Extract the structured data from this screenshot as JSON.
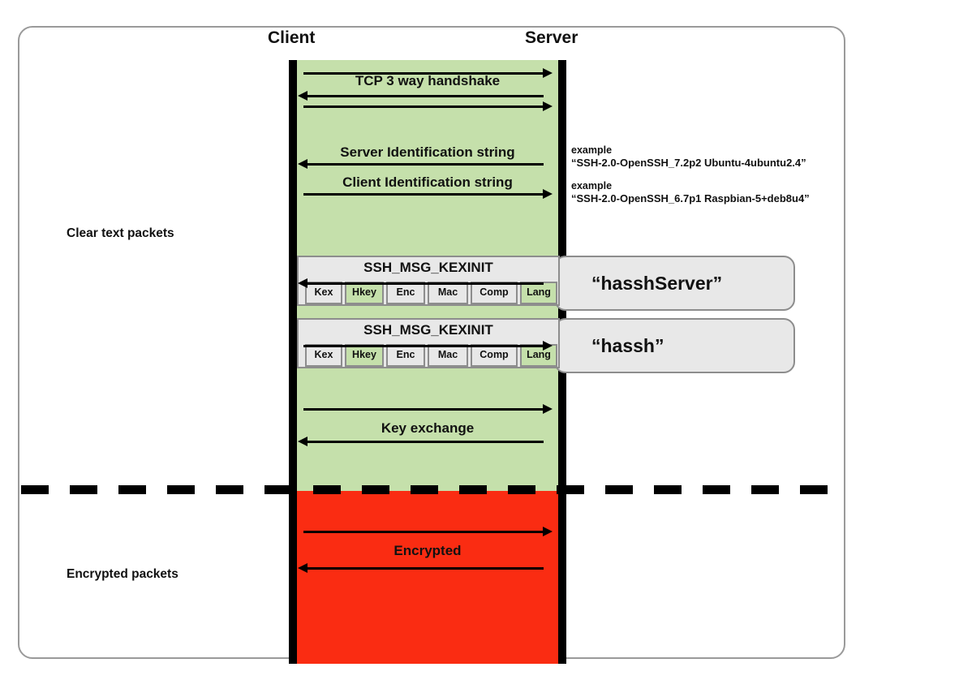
{
  "diagram": {
    "title_client": "Client",
    "title_server": "Server",
    "side_labels": {
      "clear": "Clear text packets",
      "encrypted": "Encrypted packets"
    },
    "messages": {
      "tcp_handshake": "TCP 3 way handshake",
      "server_ident": "Server Identification string",
      "client_ident": "Client Identification string",
      "key_exchange": "Key exchange",
      "encrypted": "Encrypted"
    },
    "examples": [
      {
        "lead": "example",
        "value": "“SSH-2.0-OpenSSH_7.2p2 Ubuntu-4ubuntu2.4”"
      },
      {
        "lead": "example",
        "value": "“SSH-2.0-OpenSSH_6.7p1 Raspbian-5+deb8u4”"
      }
    ],
    "kexinit": {
      "title": "SSH_MSG_KEXINIT",
      "fields": [
        {
          "label": "Kex",
          "highlighted": false
        },
        {
          "label": "Hkey",
          "highlighted": true
        },
        {
          "label": "Enc",
          "highlighted": false
        },
        {
          "label": "Mac",
          "highlighted": false
        },
        {
          "label": "Comp",
          "highlighted": false
        },
        {
          "label": "Lang",
          "highlighted": true
        }
      ],
      "server_direction": "left",
      "client_direction": "right"
    },
    "callouts": [
      {
        "label": "“hasshServer”"
      },
      {
        "label": "“hassh”"
      }
    ],
    "colors": {
      "clear_band": "#c5e0ab",
      "encrypted_band": "#fa2c12",
      "lifeline": "#000000",
      "box_fill": "#e8e8e8",
      "box_border": "#8d8d8d",
      "frame_border": "#9a9a9a"
    }
  }
}
